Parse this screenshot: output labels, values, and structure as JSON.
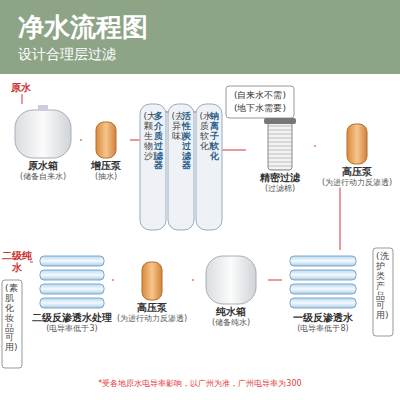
{
  "diagram": {
    "title": "净水流程图",
    "nodes": [
      {
        "text": [
          "原水"
        ]
      },
      {
        "text": [
          "原水箱",
          "(储备自来水)"
        ]
      },
      {
        "text": [
          "增压泵",
          "(抽水)"
        ]
      },
      {
        "text": [
          "(大颗生物沙)",
          "多介质过滤器"
        ]
      },
      {
        "text": [
          "(去异味)",
          "活性炭过滤器"
        ]
      },
      {
        "text": [
          "(水质软化)",
          "钠离子软化"
        ]
      },
      {
        "text": [
          "精密过滤",
          "(过滤棉)"
        ]
      },
      {
        "text": [
          "高压泵",
          "(为进行动力反渗透)"
        ]
      },
      {
        "text": [
          "一级反渗透水",
          "(电导率低于8)"
        ]
      },
      {
        "text": [
          "纯水箱",
          "(储备纯水)"
        ]
      },
      {
        "text": [
          "高压泵",
          "(为进行动力反渗透)"
        ]
      },
      {
        "text": [
          "二级反渗透水处理",
          "(电导率低于3)"
        ]
      },
      {
        "text": [
          "二级纯水"
        ]
      }
    ],
    "edges": [
      {
        "from": 0,
        "to": 1,
        "arrow": "none"
      },
      {
        "from": 1,
        "to": 2,
        "arrow": "none"
      },
      {
        "from": 2,
        "to": 3,
        "arrow": "none"
      },
      {
        "from": 3,
        "to": 4,
        "arrow": "none"
      },
      {
        "from": 4,
        "to": 5,
        "arrow": "none"
      },
      {
        "from": 5,
        "to": 6,
        "arrow": "none"
      },
      {
        "from": 6,
        "to": 7,
        "arrow": "none"
      },
      {
        "from": 7,
        "to": 8,
        "arrow": "none"
      },
      {
        "from": 8,
        "to": 9,
        "arrow": "none"
      },
      {
        "from": 9,
        "to": 10,
        "arrow": "none"
      },
      {
        "from": 10,
        "to": 11,
        "arrow": "none"
      },
      {
        "from": 11,
        "to": 12,
        "arrow": "none"
      }
    ],
    "labels": [
      "设计合理层过滤",
      "(自来水不需)",
      "(地下水需要)",
      "(洗护类产品可用)",
      "(素肌化妆品可用)",
      "*受各地原水电导率影响，以广州为准，广州电导率为300"
    ]
  }
}
